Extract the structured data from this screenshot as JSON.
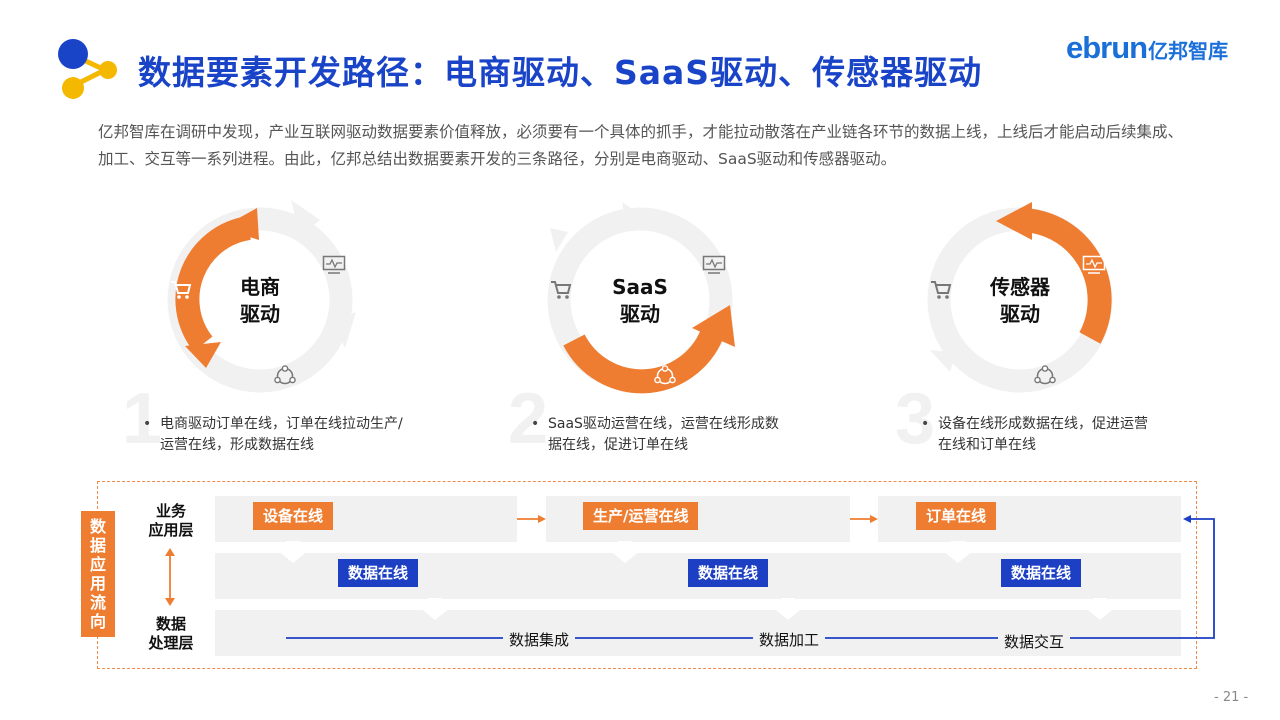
{
  "title": "数据要素开发路径：电商驱动、SaaS驱动、传感器驱动",
  "brand": {
    "en": "ebrun",
    "cn": "亿邦智库"
  },
  "intro": "亿邦智库在调研中发现，产业互联网驱动数据要素价值释放，必须要有一个具体的抓手，才能拉动散落在产业链各环节的数据上线，上线后才能启动后续集成、加工、交互等一系列进程。由此，亿邦总结出数据要素开发的三条路径，分别是电商驱动、SaaS驱动和传感器驱动。",
  "cycles": [
    {
      "line1": "电商",
      "line2": "驱动",
      "number": "1",
      "desc": "电商驱动订单在线，订单在线拉动生产/运营在线，形成数据在线"
    },
    {
      "line1": "SaaS",
      "line2": "驱动",
      "number": "2",
      "desc": "SaaS驱动运营在线，运营在线形成数据在线，促进订单在线"
    },
    {
      "line1": "传感器",
      "line2": "驱动",
      "number": "3",
      "desc": "设备在线形成数据在线，促进运营在线和订单在线"
    }
  ],
  "flow": {
    "side_tag": [
      "数",
      "据",
      "应",
      "用",
      "流",
      "向"
    ],
    "layer_top": [
      "业务",
      "应用层"
    ],
    "layer_bottom": [
      "数据",
      "处理层"
    ],
    "business": [
      "设备在线",
      "生产/运营在线",
      "订单在线"
    ],
    "data_online": [
      "数据在线",
      "数据在线",
      "数据在线"
    ],
    "processing": [
      "数据集成",
      "数据加工",
      "数据交互"
    ]
  },
  "colors": {
    "title_blue": "#1a44c8",
    "orange": "#ee7d31",
    "chip_blue": "#1c3fc4",
    "band_gray": "#f1f1f1"
  },
  "icons": [
    "cart-icon",
    "monitor-icon",
    "network-icon"
  ],
  "page_number": "- 21 -"
}
